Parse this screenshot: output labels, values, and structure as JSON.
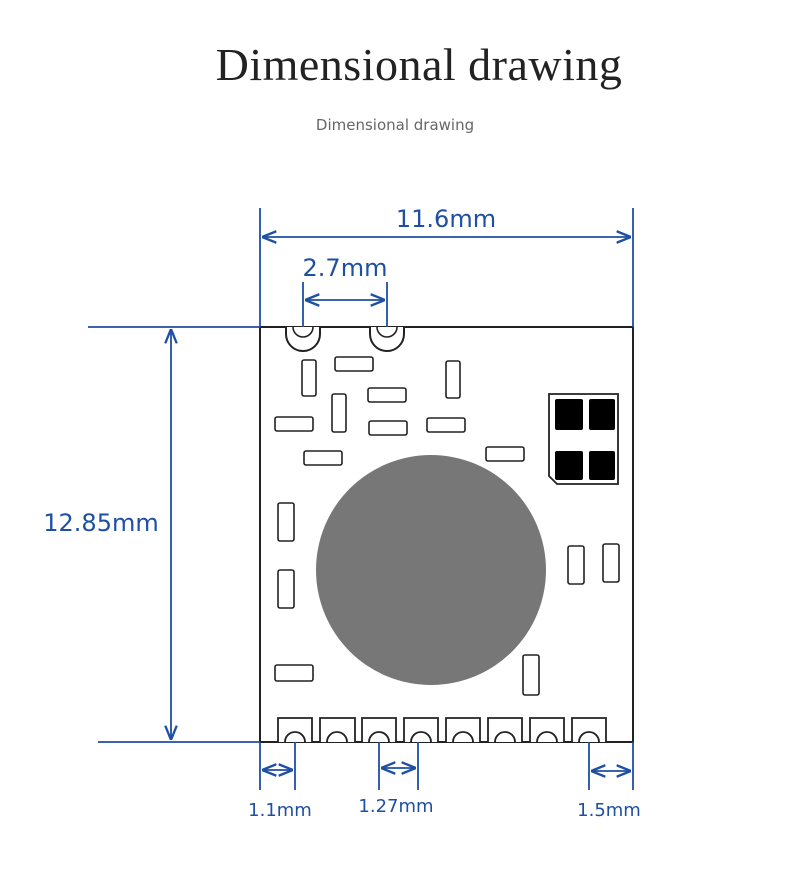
{
  "header": {
    "title": "Dimensional drawing",
    "subtitle": "Dimensional drawing"
  },
  "dimensions": {
    "width_label": "11.6mm",
    "pad_spacing_top_label": "2.7mm",
    "height_label": "12.85mm",
    "edge_left_label": "1.1mm",
    "pin_pitch_label": "1.27mm",
    "edge_right_label": "1.5mm"
  },
  "colors": {
    "dimension_line": "#1e4fa3",
    "outline": "#222222",
    "chip": "#777777",
    "pad": "#000000"
  }
}
